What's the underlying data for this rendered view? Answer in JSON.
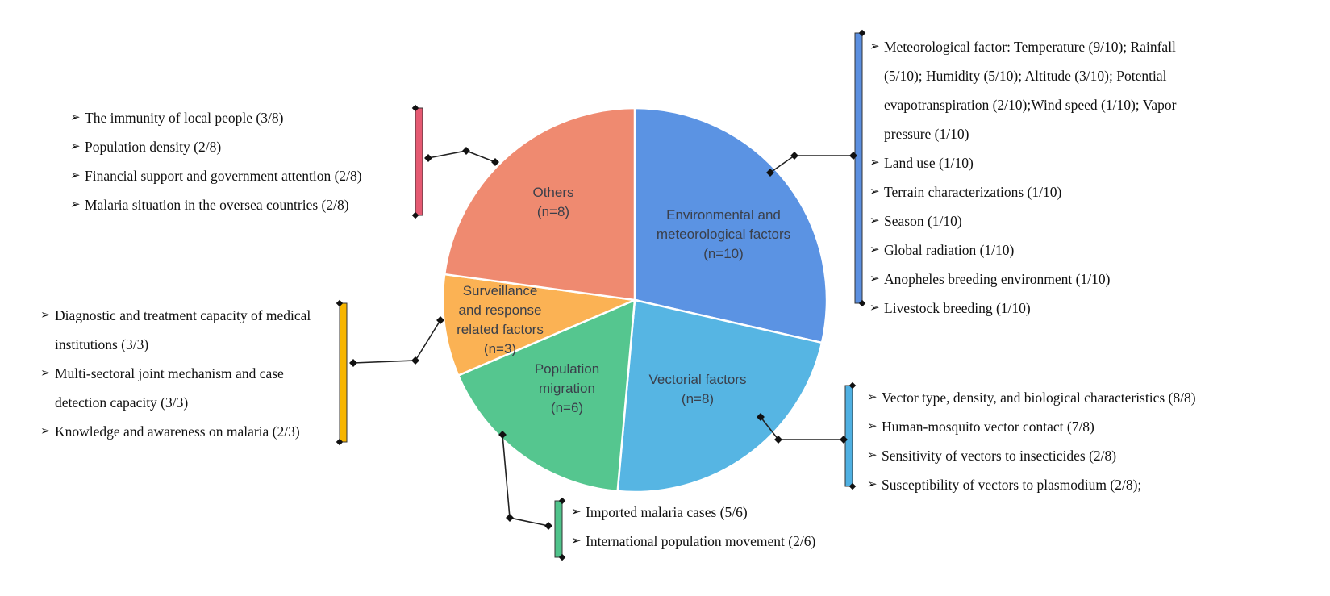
{
  "chart_data": {
    "type": "pie",
    "title": "",
    "total": 35,
    "slices": [
      {
        "key": "env",
        "label_lines": [
          "Environmental and",
          "meteorological factors",
          "(n=10)"
        ],
        "name": "Environmental and meteorological factors",
        "value": 10,
        "color": "#5b93e3",
        "bar_color": "#5b8fe0"
      },
      {
        "key": "vec",
        "label_lines": [
          "Vectorial factors",
          "(n=8)"
        ],
        "name": "Vectorial factors",
        "value": 8,
        "color": "#56b5e3",
        "bar_color": "#4fb0e2"
      },
      {
        "key": "pop",
        "label_lines": [
          "Population",
          "migration",
          "(n=6)"
        ],
        "name": "Population migration",
        "value": 6,
        "color": "#55c68f",
        "bar_color": "#4fc38b"
      },
      {
        "key": "sur",
        "label_lines": [
          "Surveillance",
          "and response",
          "related factors",
          "(n=3)"
        ],
        "name": "Surveillance and response related factors",
        "value": 3,
        "color": "#fbb254",
        "bar_color": "#f7b500"
      },
      {
        "key": "oth",
        "label_lines": [
          "Others",
          "(n=8)"
        ],
        "name": "Others",
        "value": 8,
        "color": "#ef8a70",
        "bar_color": "#e55a72"
      }
    ]
  },
  "arrow_glyph": "➢",
  "lists": {
    "env": [
      "Meteorological factor: Temperature (9/10); Rainfall (5/10); Humidity (5/10); Altitude (3/10); Potential evapotranspiration (2/10);Wind speed (1/10); Vapor pressure (1/10)",
      "Land use (1/10)",
      "Terrain characterizations (1/10)",
      "Season (1/10)",
      "Global radiation (1/10)",
      "Anopheles breeding environment (1/10)",
      " Livestock breeding (1/10)"
    ],
    "vec": [
      "Vector type, density, and biological characteristics (8/8)",
      "Human-mosquito vector contact (7/8)",
      "Sensitivity of vectors to insecticides (2/8)",
      "Susceptibility of vectors to plasmodium (2/8);"
    ],
    "pop": [
      "Imported malaria cases (5/6)",
      "International population movement (2/6)"
    ],
    "sur": [
      "Diagnostic and treatment capacity of medical institutions  (3/3)",
      "Multi-sectoral joint mechanism and case detection capacity (3/3)",
      "Knowledge and awareness on malaria (2/3)"
    ],
    "oth": [
      "The immunity of local people (3/8)",
      "Population density (2/8)",
      "Financial support and government attention (2/8)",
      "Malaria situation in the oversea countries (2/8)"
    ]
  }
}
